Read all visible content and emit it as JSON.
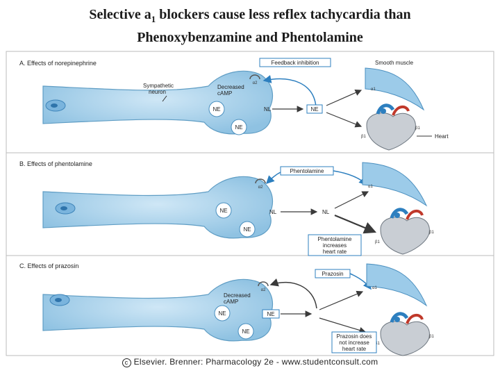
{
  "title": {
    "line1_prefix": "Selective a",
    "line1_sub": "1",
    "line1_suffix": " blockers cause less reflex tachycardia than",
    "line2": "Phenoxybenzamine and Phentolamine"
  },
  "panels": [
    {
      "heading": "A. Effects of norepinephrine",
      "drug_box": "Feedback inhibition",
      "tissue_label": "Smooth muscle",
      "neuron_label": [
        "Sympathetic",
        "neuron"
      ],
      "camp_label": [
        "Decreased",
        "cAMP"
      ],
      "nl_label": "NL",
      "ne_labels": [
        "NE",
        "NE",
        "NE"
      ],
      "alpha2_label": "α2",
      "alpha1_label": "α1",
      "beta1_labels": [
        "β1",
        "β1"
      ],
      "heart_label": "Heart"
    },
    {
      "heading": "B. Effects of phentolamine",
      "drug_box": "Phentolamine",
      "nl_labels": [
        "NL",
        "NL"
      ],
      "ne_labels": [
        "NE",
        "NE"
      ],
      "alpha2_label": "α2",
      "alpha1_label": "α1",
      "beta1_labels": [
        "β1",
        "β1"
      ],
      "effect_box": [
        "Phentolamine",
        "increases",
        "heart rate"
      ]
    },
    {
      "heading": "C. Effects of prazosin",
      "drug_box": "Prazosin",
      "camp_label": [
        "Decreased",
        "cAMP"
      ],
      "ne_labels": [
        "NE",
        "NE",
        "NE"
      ],
      "alpha2_label": "α2",
      "alpha1_label": "α1",
      "beta1_labels": [
        "β1",
        "β1"
      ],
      "effect_box": [
        "Prazosin does",
        "not increase",
        "heart rate"
      ]
    }
  ],
  "footer": {
    "copyright_symbol": "c",
    "text": "Elsevier. Brenner: Pharmacology 2e - www.studentconsult.com"
  },
  "colors": {
    "cell_fill": "#a9d3ec",
    "cell_stroke": "#5f9dc4",
    "arrow": "#3a3a3a",
    "accent_blue": "#2d7fbf",
    "heart_red": "#c0392b",
    "heart_gray": "#c9ced4"
  }
}
